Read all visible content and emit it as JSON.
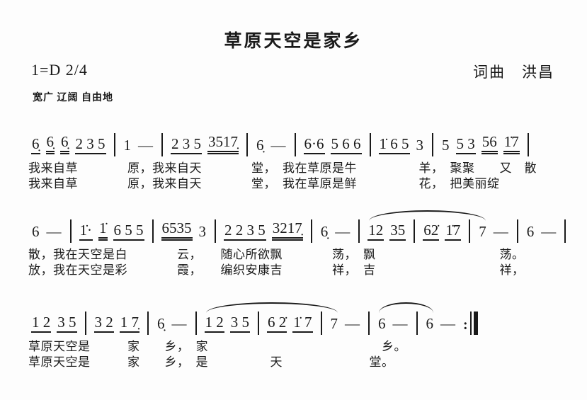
{
  "title": "草原天空是家乡",
  "key_signature": "1=D 2/4",
  "credit": "词曲　洪昌",
  "tempo": "宽广 辽阔 自由地",
  "ink_color": "#1a1a1a",
  "systems": [
    {
      "notes": [
        {
          "t": "6̣",
          "u": 1
        },
        {
          "t": "6̣",
          "u": 2
        },
        {
          "t": "6̣",
          "u": 2
        },
        {
          "t": "2 3 5",
          "u": 1,
          "arc": true
        },
        {
          "t": "|"
        },
        {
          "t": "1"
        },
        {
          "t": "—"
        },
        {
          "t": "|"
        },
        {
          "t": "2 3 5",
          "u": 1
        },
        {
          "t": "3517̣",
          "u": 2,
          "arc": true
        },
        {
          "t": "|"
        },
        {
          "t": "6̣"
        },
        {
          "t": "—"
        },
        {
          "t": "|"
        },
        {
          "t": "6·6",
          "u": 1
        },
        {
          "t": "5 6 6",
          "u": 1
        },
        {
          "t": "|"
        },
        {
          "t": "1̇ 6 5",
          "u": 1
        },
        {
          "t": "3"
        },
        {
          "t": "|"
        },
        {
          "t": "5"
        },
        {
          "t": "5 3",
          "u": 1,
          "arc": true
        },
        {
          "t": "56",
          "u": 2
        },
        {
          "t": "1̇7",
          "u": 2
        },
        {
          "t": "|"
        }
      ],
      "slurs": [],
      "lyrics": [
        "我来自草　　　　原，我来自天　　　　堂，　我在草原是牛　　　　　羊，　聚聚　　又　散",
        "我来自草　　　　原，我来自天　　　　堂，　我在草原是鲜　　　　　花，　把美丽绽"
      ]
    },
    {
      "notes": [
        {
          "t": "6"
        },
        {
          "t": "—"
        },
        {
          "t": "|"
        },
        {
          "t": "1̇·",
          "u": 1
        },
        {
          "t": "1̇",
          "u": 2
        },
        {
          "t": "6 5 5",
          "u": 1
        },
        {
          "t": "|"
        },
        {
          "t": "6535",
          "u": 2,
          "arc": true
        },
        {
          "t": "3"
        },
        {
          "t": "|"
        },
        {
          "t": "2 2 3 5",
          "u": 1
        },
        {
          "t": "3217̣",
          "u": 2,
          "arc": true
        },
        {
          "t": "|"
        },
        {
          "t": "6̣"
        },
        {
          "t": "—"
        },
        {
          "t": "|"
        },
        {
          "t": "12",
          "u": 1
        },
        {
          "t": "35",
          "u": 1
        },
        {
          "t": "|"
        },
        {
          "t": "62̇",
          "u": 1
        },
        {
          "t": "1̇7",
          "u": 1,
          "arc": true
        },
        {
          "t": "|"
        },
        {
          "t": "7"
        },
        {
          "t": "—"
        },
        {
          "t": "|"
        },
        {
          "t": "6"
        },
        {
          "t": "—"
        },
        {
          "t": "|"
        }
      ],
      "slurs": [
        {
          "from": 16,
          "to": 22
        }
      ],
      "lyrics": [
        "散，我在天空是白　　　　云，　　随心所欲飘　　　　荡，　飘　　　　　　　　　　荡。",
        "放，我在天空是彩　　　　霞，　　编织安康吉　　　　祥，　吉　　　　　　　　　　祥，"
      ]
    },
    {
      "notes": [
        {
          "t": "1 2",
          "u": 1
        },
        {
          "t": "3 5",
          "u": 1
        },
        {
          "t": "|"
        },
        {
          "t": "3 2",
          "u": 1,
          "arc": true
        },
        {
          "t": "1 7̣",
          "u": 1,
          "arc": true
        },
        {
          "t": "|"
        },
        {
          "t": "6̣"
        },
        {
          "t": "—"
        },
        {
          "t": "|"
        },
        {
          "t": "1 2",
          "u": 1
        },
        {
          "t": "3 5",
          "u": 1
        },
        {
          "t": "|"
        },
        {
          "t": "6 2̇",
          "u": 1
        },
        {
          "t": "1̇ 7",
          "u": 1
        },
        {
          "t": "|"
        },
        {
          "t": "7"
        },
        {
          "t": "—"
        },
        {
          "t": "|"
        },
        {
          "t": "6"
        },
        {
          "t": "—"
        },
        {
          "t": "|"
        },
        {
          "t": "6"
        },
        {
          "t": "—"
        },
        {
          "t": ":‖",
          "type": "endrep"
        }
      ],
      "slurs": [
        {
          "from": 9,
          "to": 15
        },
        {
          "from": 18,
          "to": 21
        }
      ],
      "lyrics": [
        "草原天空是　　　家　　乡，　家　　　　　　　　　　　　　　乡。",
        "草原天空是　　　家　　乡，　是　　　　　天　　　　　　　堂。"
      ]
    }
  ]
}
